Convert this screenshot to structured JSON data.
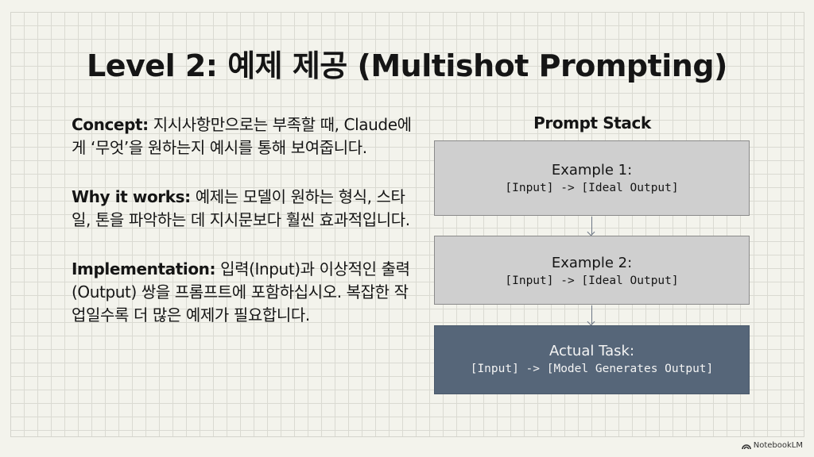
{
  "title": "Level 2: 예제 제공 (Multishot Prompting)",
  "points": [
    {
      "label": "Concept:",
      "text": " 지시사항만으로는 부족할 때, Claude에게 ‘무엇’을 원하는지 예시를 통해 보여줍니다."
    },
    {
      "label": "Why it works:",
      "text": " 예제는 모델이 원하는 형식, 스타일, 톤을 파악하는 데 지시문보다 훨씬 효과적입니다."
    },
    {
      "label": "Implementation:",
      "text": " 입력(Input)과 이상적인 출력(Output) 쌍을 프롬프트에 포함하십시오. 복잡한 작업일수록 더 많은 예제가 필요합니다."
    }
  ],
  "stack": {
    "title": "Prompt Stack",
    "boxes": [
      {
        "heading": "Example 1:",
        "code": "[Input] -> [Ideal Output]"
      },
      {
        "heading": "Example 2:",
        "code": "[Input] -> [Ideal Output]"
      },
      {
        "heading": "Actual Task:",
        "code": "[Input] -> [Model Generates Output]"
      }
    ]
  },
  "watermark": "NotebookLM"
}
